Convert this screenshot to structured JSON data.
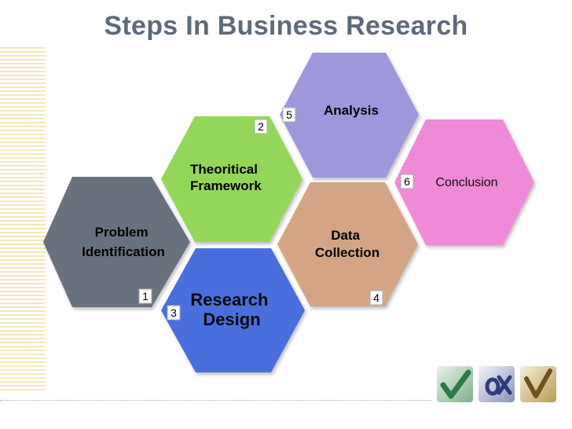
{
  "title": "Steps In Business Research",
  "steps": [
    {
      "number": "1",
      "label_lines": [
        "Problem",
        "Identification"
      ],
      "color": "#6b717e"
    },
    {
      "number": "2",
      "label_lines": [
        "Theoritical",
        "Framework"
      ],
      "color": "#93d75a"
    },
    {
      "number": "3",
      "label_lines": [
        "Research",
        "Design"
      ],
      "color": "#4a6ede"
    },
    {
      "number": "4",
      "label_lines": [
        "Data",
        "Collection"
      ],
      "color": "#d4a585"
    },
    {
      "number": "5",
      "label_lines": [
        "Analysis"
      ],
      "color": "#9f97dc"
    },
    {
      "number": "6",
      "label_lines": [
        "Conclusion"
      ],
      "color": "#ef8ad8"
    }
  ],
  "thumbnails": [
    {
      "icon": "green-checkmark-icon",
      "color": "#2d7a45"
    },
    {
      "icon": "blue-cross-icon",
      "color": "#2f3d7a"
    },
    {
      "icon": "gold-checkmark-icon",
      "color": "#8a6a2a"
    }
  ]
}
